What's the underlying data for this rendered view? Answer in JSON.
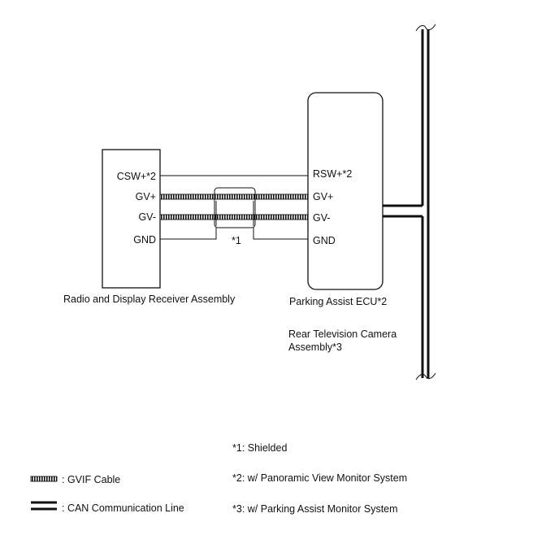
{
  "components": {
    "radio": {
      "name": "Radio and Display Receiver Assembly",
      "pins": {
        "csw": "CSW+*2",
        "gvp": "GV+",
        "gvm": "GV-",
        "gnd": "GND"
      }
    },
    "ecu": {
      "name": "Parking Assist ECU*2",
      "pins": {
        "rsw": "RSW+*2",
        "gvp": "GV+",
        "gvm": "GV-",
        "gnd": "GND"
      }
    },
    "camera": {
      "name_line1": "Rear Television Camera",
      "name_line2": "Assembly*3"
    }
  },
  "shield_marker": "*1",
  "legend": {
    "gvif": ": GVIF Cable",
    "can": ": CAN Communication Line"
  },
  "notes": {
    "n1": "*1: Shielded",
    "n2": "*2: w/ Panoramic View Monitor System",
    "n3": "*3: w/ Parking Assist Monitor System"
  },
  "colors": {
    "line": "#111111",
    "background": "#ffffff"
  }
}
